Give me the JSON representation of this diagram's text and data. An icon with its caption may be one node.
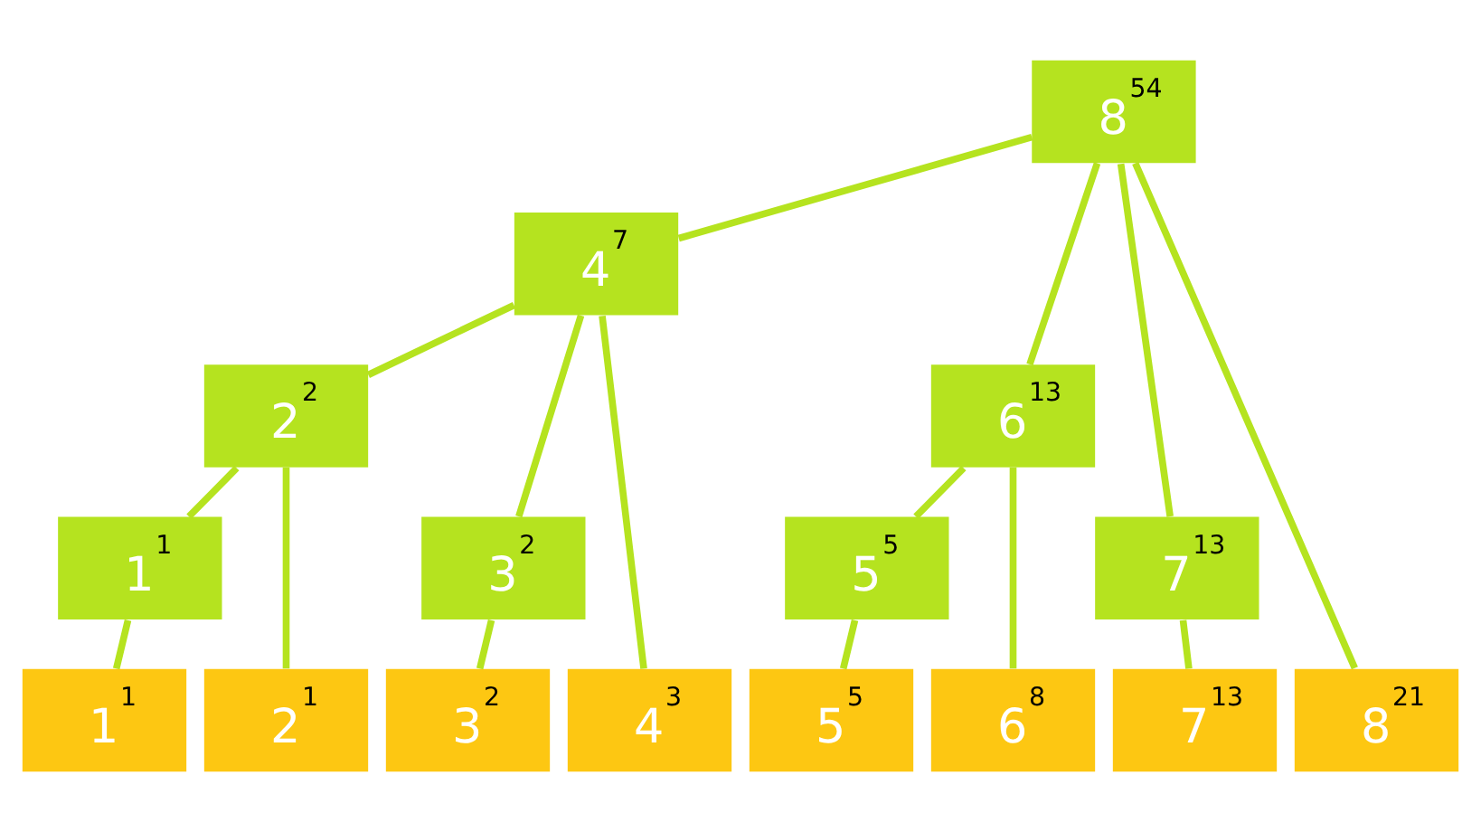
{
  "diagram": {
    "nodes": [
      {
        "text": [
          "8",
          "54"
        ]
      },
      {
        "text": [
          "4",
          "7"
        ]
      },
      {
        "text": [
          "2",
          "2"
        ]
      },
      {
        "text": [
          "6",
          "13"
        ]
      },
      {
        "text": [
          "1",
          "1"
        ]
      },
      {
        "text": [
          "3",
          "2"
        ]
      },
      {
        "text": [
          "5",
          "5"
        ]
      },
      {
        "text": [
          "7",
          "13"
        ]
      },
      {
        "text": [
          "1",
          "1"
        ]
      },
      {
        "text": [
          "2",
          "1"
        ]
      },
      {
        "text": [
          "3",
          "2"
        ]
      },
      {
        "text": [
          "4",
          "3"
        ]
      },
      {
        "text": [
          "5",
          "5"
        ]
      },
      {
        "text": [
          "6",
          "8"
        ]
      },
      {
        "text": [
          "7",
          "13"
        ]
      },
      {
        "text": [
          "8",
          "21"
        ]
      }
    ],
    "edges": [
      {
        "from": 0,
        "to": 1,
        "arrow": "none"
      },
      {
        "from": 0,
        "to": 3,
        "arrow": "none"
      },
      {
        "from": 0,
        "to": 7,
        "arrow": "none"
      },
      {
        "from": 0,
        "to": 15,
        "arrow": "none"
      },
      {
        "from": 1,
        "to": 2,
        "arrow": "none"
      },
      {
        "from": 1,
        "to": 5,
        "arrow": "none"
      },
      {
        "from": 1,
        "to": 11,
        "arrow": "none"
      },
      {
        "from": 2,
        "to": 4,
        "arrow": "none"
      },
      {
        "from": 2,
        "to": 9,
        "arrow": "none"
      },
      {
        "from": 3,
        "to": 6,
        "arrow": "none"
      },
      {
        "from": 3,
        "to": 13,
        "arrow": "none"
      },
      {
        "from": 4,
        "to": 8,
        "arrow": "none"
      },
      {
        "from": 5,
        "to": 10,
        "arrow": "none"
      },
      {
        "from": 6,
        "to": 12,
        "arrow": "none"
      },
      {
        "from": 7,
        "to": 14,
        "arrow": "none"
      }
    ]
  }
}
